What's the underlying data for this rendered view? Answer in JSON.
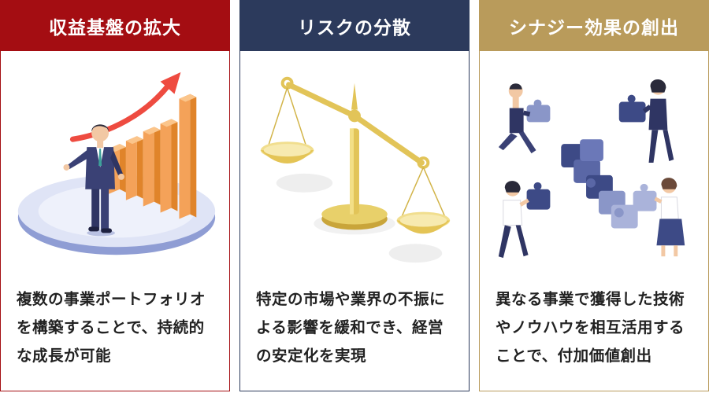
{
  "cards": [
    {
      "title": "収益基盤の拡大",
      "body": "複数の事業ポートフォリオを構築することで、持続的な成長が可能",
      "header_color": "#a40d12",
      "illustration": "businessman-growth-chart"
    },
    {
      "title": "リスクの分散",
      "body": "特定の市場や業界の不振による影響を緩和でき、経営の安定化を実現",
      "header_color": "#2c3a5c",
      "illustration": "balance-scale"
    },
    {
      "title": "シナジー効果の創出",
      "body": "異なる事業で獲得した技術やノウハウを相互活用することで、付加価値創出",
      "header_color": "#b99b5b",
      "illustration": "people-puzzle-pieces"
    }
  ]
}
